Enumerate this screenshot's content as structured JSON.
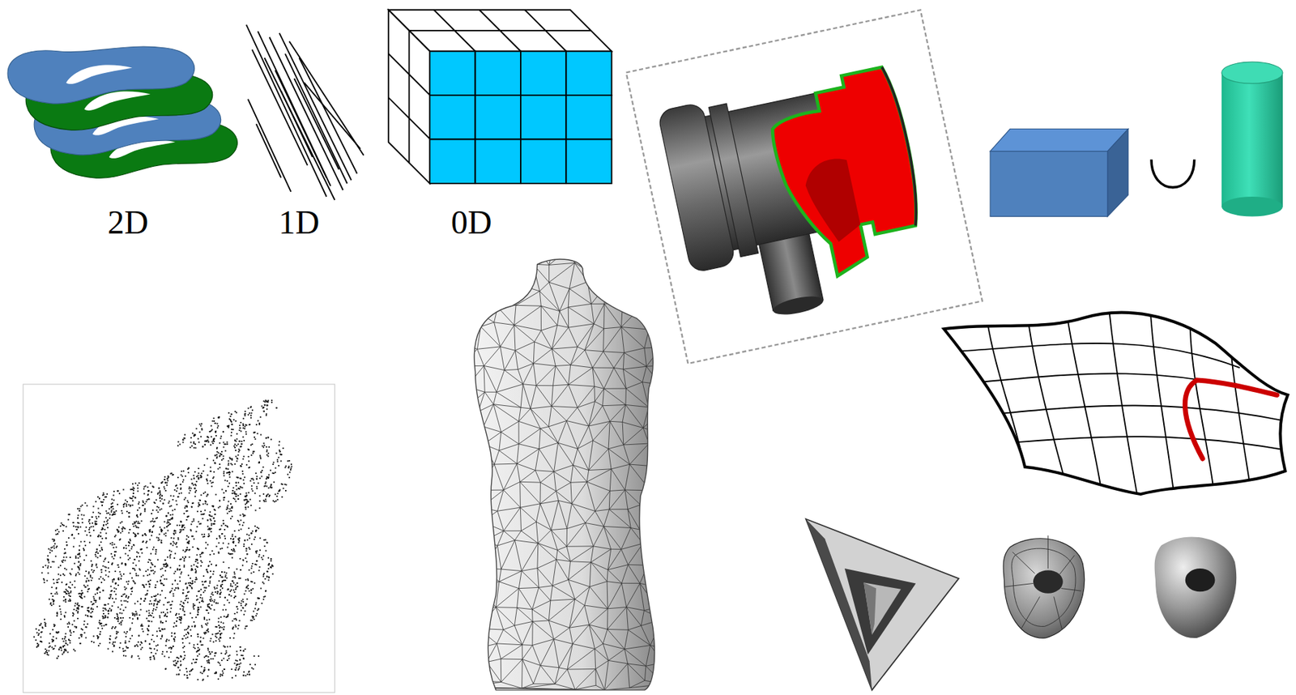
{
  "diagram": {
    "labels": [
      "2D",
      "1D",
      "0D"
    ]
  }
}
